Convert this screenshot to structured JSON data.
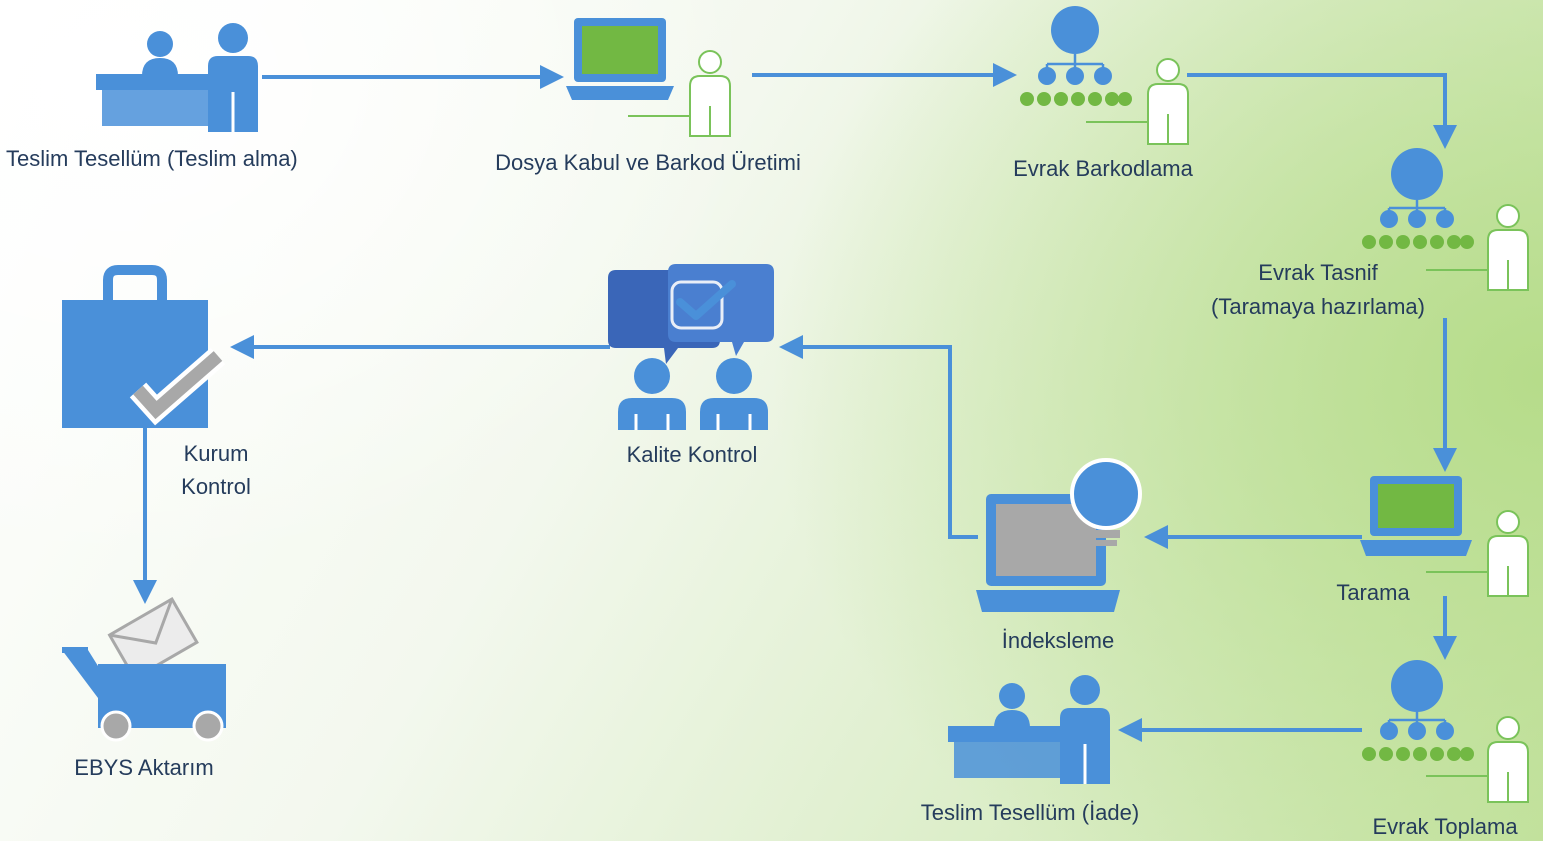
{
  "colors": {
    "blue": "#4a90d9",
    "dark_blue": "#3a66b8",
    "green": "#72b843",
    "grey": "#a8a8a8",
    "text": "#253c5c"
  },
  "steps": {
    "teslim_alma": "Teslim Tesellüm (Teslim alma)",
    "dosya_kabul": "Dosya Kabul ve Barkod Üretimi",
    "evrak_barkodlama": "Evrak Barkodlama",
    "evrak_tasnif_1": "Evrak Tasnif",
    "evrak_tasnif_2": "(Taramaya hazırlama)",
    "tarama": "Tarama",
    "evrak_toplama": "Evrak Toplama",
    "teslim_iade": "Teslim Tesellüm (İade)",
    "indeksleme": "İndeksleme",
    "kalite_kontrol": "Kalite Kontrol",
    "kurum_kontrol_1": "Kurum",
    "kurum_kontrol_2": "Kontrol",
    "ebys_aktarim": "EBYS Aktarım"
  }
}
